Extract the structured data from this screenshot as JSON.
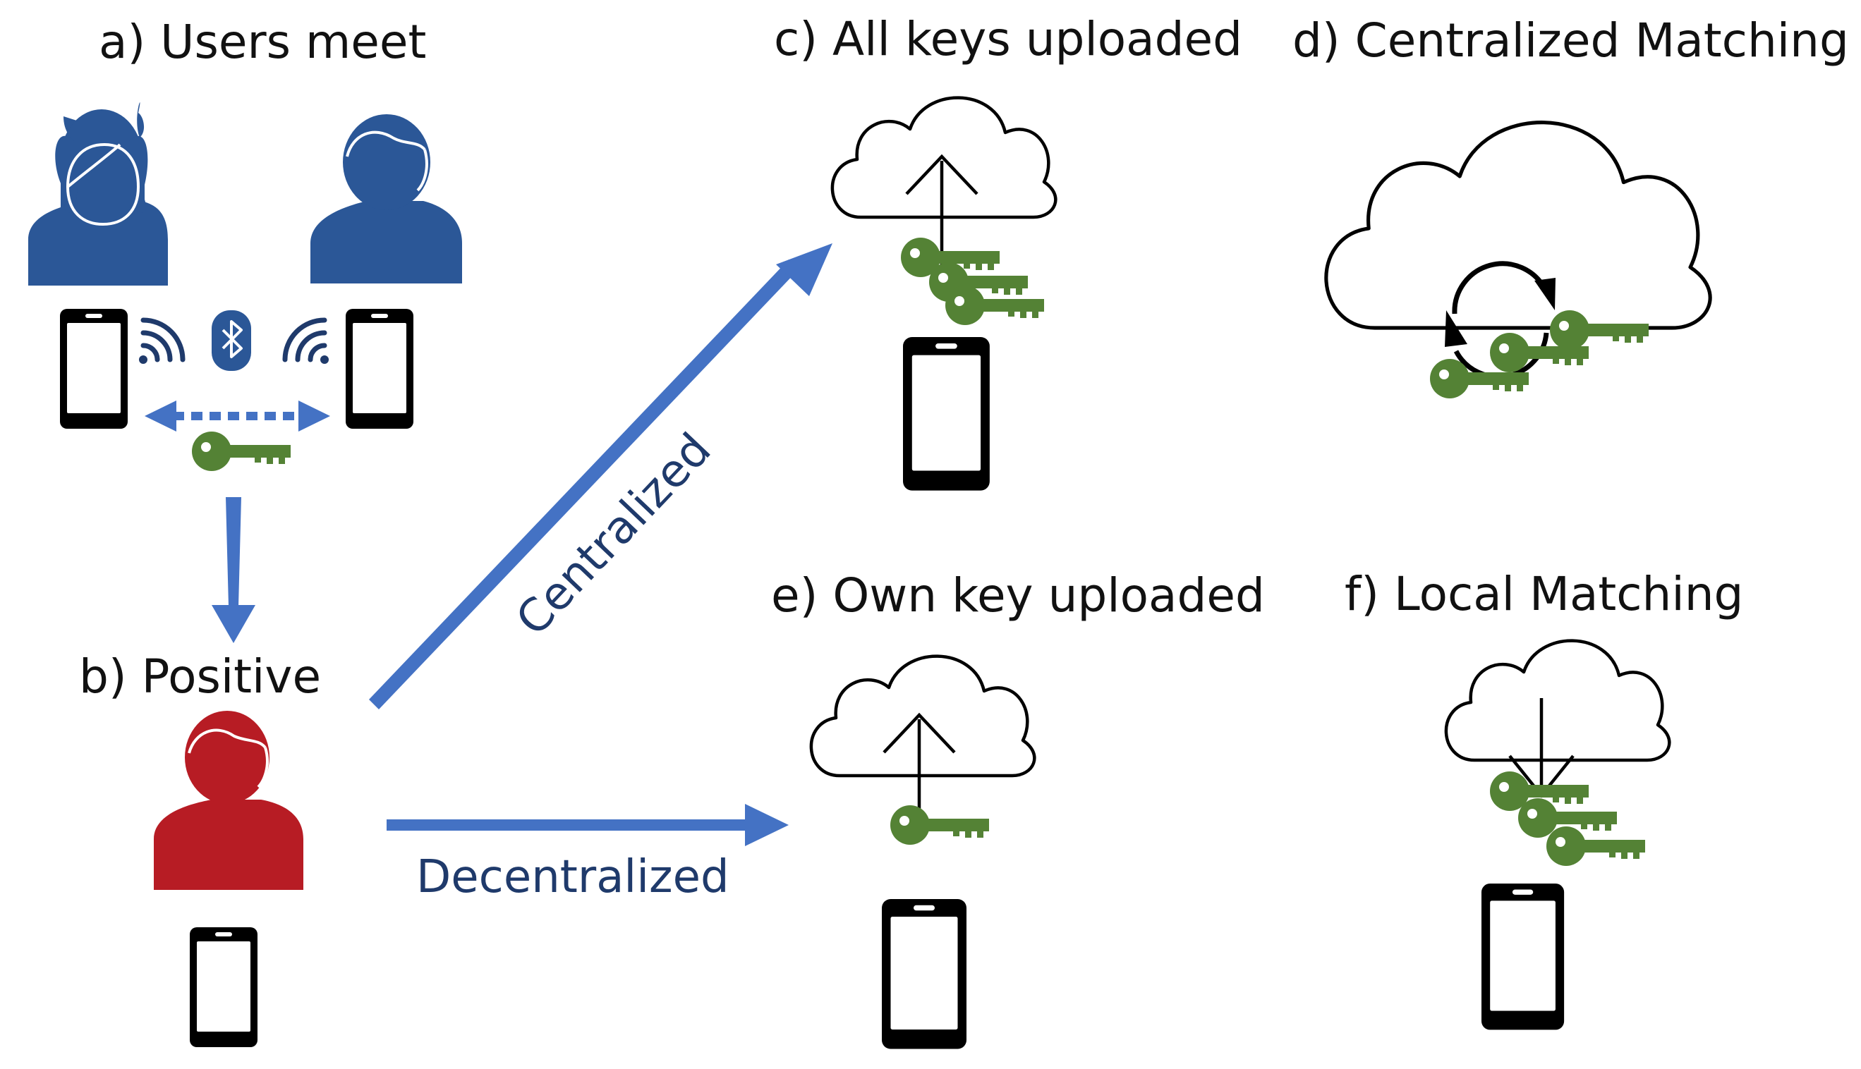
{
  "labels": {
    "users_meet": "a) Users meet",
    "positive": "b) Positive",
    "all_keys_uploaded": "c) All keys uploaded",
    "centralized_matching": "d) Centralized Matching",
    "own_key_uploaded": "e) Own key uploaded",
    "local_matching": "f) Local Matching"
  },
  "flows": {
    "centralized": "Centralized",
    "decentralized": "Decentralized"
  },
  "colors": {
    "user_blue": "#2b5797",
    "positive_red": "#b71c24",
    "arrow_blue": "#4472c4",
    "key_green": "#548235",
    "text_navy": "#1f3a6b",
    "bluetooth_blue": "#2b5797"
  },
  "icons": {
    "female_user": "female-user-icon",
    "male_user": "male-user-icon",
    "positive_user": "positive-user-icon",
    "phone": "phone-icon",
    "cloud": "cloud-icon",
    "key": "key-icon",
    "bluetooth": "bluetooth-icon",
    "signal": "signal-icon",
    "sync": "sync-icon"
  }
}
